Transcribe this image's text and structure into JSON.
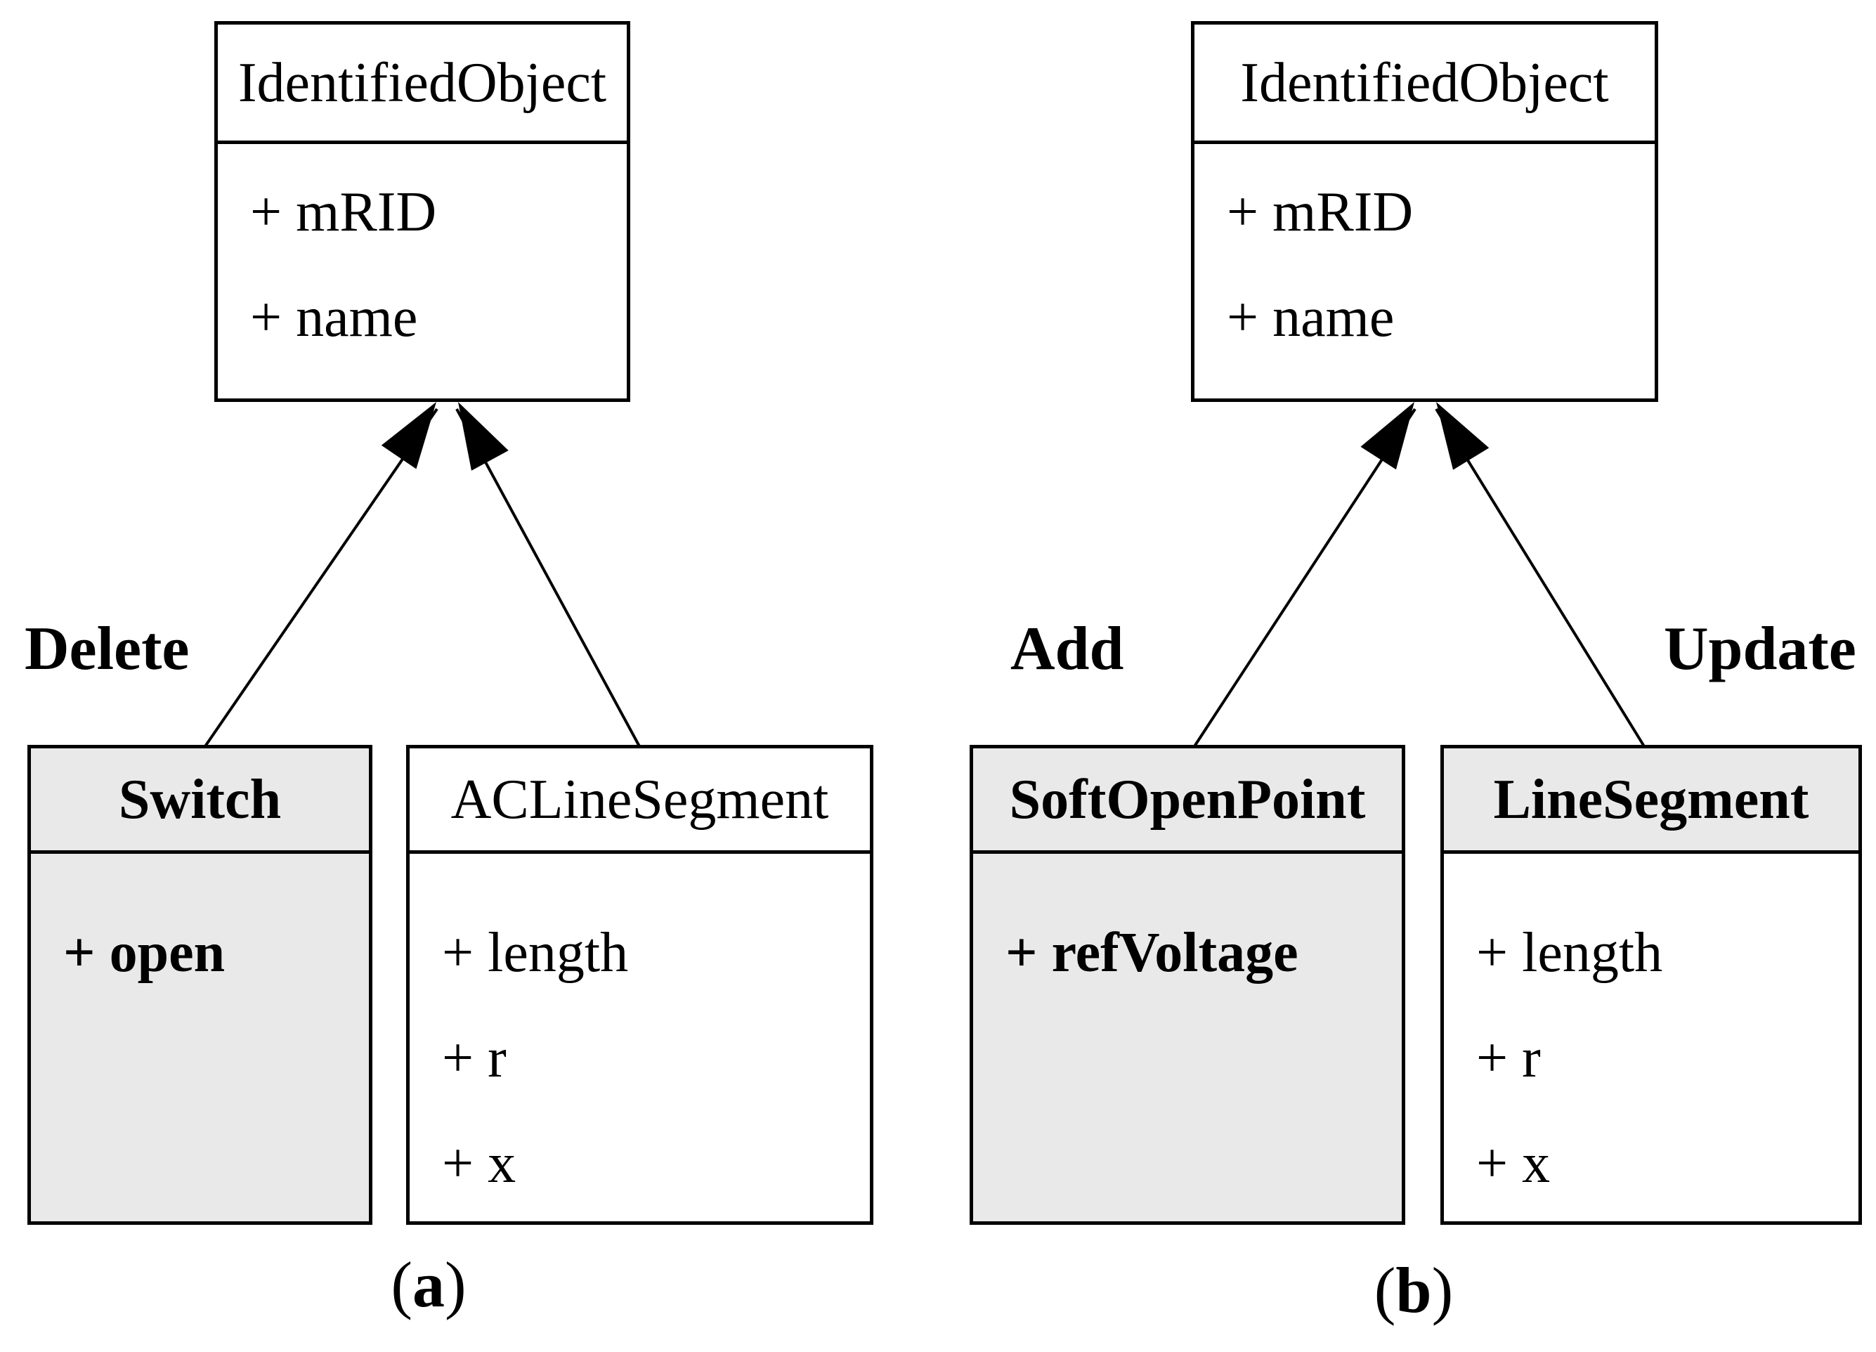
{
  "figure_type": "uml-class-diagrams",
  "colors": {
    "background": "#ffffff",
    "stroke": "#000000",
    "text": "#000000",
    "highlight_fill": "#e9e9e9",
    "default_fill": "#ffffff"
  },
  "diagrams": [
    {
      "caption": {
        "open": "(",
        "letter": "a",
        "close": ")"
      },
      "superclass": {
        "title": "IdentifiedObject",
        "attributes": [
          "+ mRID",
          "+ name"
        ]
      },
      "labels": [
        {
          "text": "Delete"
        }
      ],
      "subclasses": [
        {
          "title": "Switch",
          "attributes": [
            "+ open"
          ]
        },
        {
          "title": "ACLineSegment",
          "attributes": [
            "+ length",
            "+ r",
            "+ x"
          ]
        }
      ]
    },
    {
      "caption": {
        "open": "(",
        "letter": "b",
        "close": ")"
      },
      "superclass": {
        "title": "IdentifiedObject",
        "attributes": [
          "+ mRID",
          "+ name"
        ]
      },
      "labels": [
        {
          "text": "Add"
        },
        {
          "text": "Update"
        }
      ],
      "subclasses": [
        {
          "title": "SoftOpenPoint",
          "attributes": [
            "+ refVoltage"
          ]
        },
        {
          "title": "LineSegment",
          "attributes": [
            "+ length",
            "+ r",
            "+ x"
          ]
        }
      ]
    }
  ]
}
